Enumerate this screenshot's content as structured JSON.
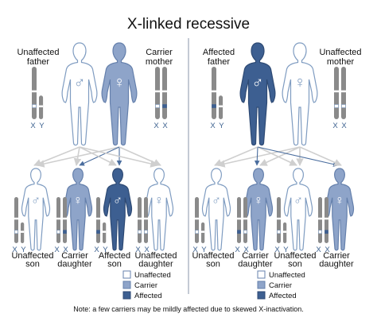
{
  "title": "X-linked recessive",
  "colors": {
    "unaffected_fill": "#ffffff",
    "unaffected_stroke": "#7f9cc1",
    "carrier_fill": "#8ea4c9",
    "carrier_stroke": "#6580ac",
    "affected_fill": "#3d5f91",
    "affected_stroke": "#2e4a74",
    "chromosome": "#8a8a8a",
    "x_marker_affected": "#3d5f91",
    "arrow_grey": "#cfcfcf",
    "arrow_blue": "#4a6d9e",
    "divider": "#8a96a8"
  },
  "left_panel": {
    "father_label_1": "Unaffected",
    "father_label_2": "father",
    "father_chrom": "XY",
    "father_symbol": "♂",
    "mother_label_1": "Carrier",
    "mother_label_2": "mother",
    "mother_chrom": "XX",
    "mother_symbol": "♀",
    "children": [
      {
        "label_1": "Unaffected",
        "label_2": "son",
        "chrom": "XY",
        "symbol": "♂"
      },
      {
        "label_1": "Carrier",
        "label_2": "daughter",
        "chrom": "XX",
        "symbol": "♀"
      },
      {
        "label_1": "Affected",
        "label_2": "son",
        "chrom": "XY",
        "symbol": "♂"
      },
      {
        "label_1": "Unaffected",
        "label_2": "daughter",
        "chrom": "XX",
        "symbol": "♀"
      }
    ]
  },
  "right_panel": {
    "father_label_1": "Affected",
    "father_label_2": "father",
    "father_chrom": "XY",
    "father_symbol": "♂",
    "mother_label_1": "Unaffected",
    "mother_label_2": "mother",
    "mother_chrom": "XX",
    "mother_symbol": "♀",
    "children": [
      {
        "label_1": "Unaffected",
        "label_2": "son",
        "chrom": "XY",
        "symbol": "♂"
      },
      {
        "label_1": "Carrier",
        "label_2": "daughter",
        "chrom": "XX",
        "symbol": "♀"
      },
      {
        "label_1": "Unaffected",
        "label_2": "son",
        "chrom": "XY",
        "symbol": "♂"
      },
      {
        "label_1": "Carrier",
        "label_2": "daughter",
        "chrom": "XX",
        "symbol": "♀"
      }
    ]
  },
  "legend": {
    "unaffected": "Unaffected",
    "carrier": "Carrier",
    "affected": "Affected"
  },
  "note": "Note: a few carriers may be mildly affected due to skewed X-inactivation."
}
